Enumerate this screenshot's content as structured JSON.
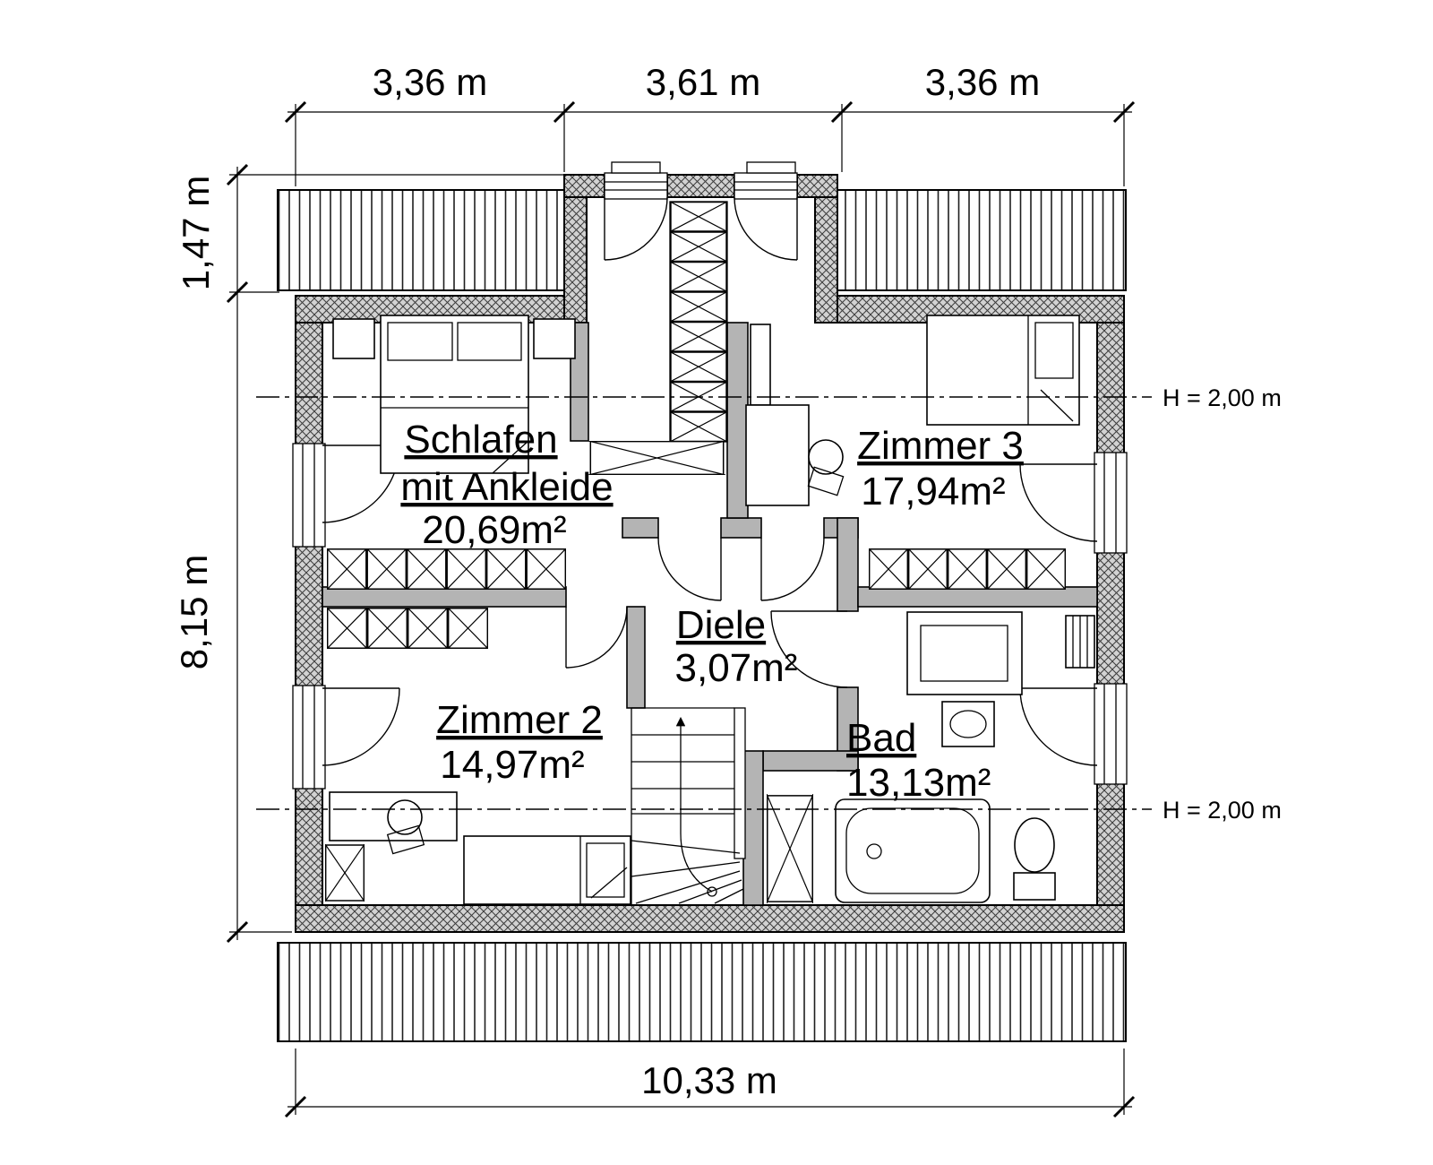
{
  "plan": {
    "dimensions": {
      "top": [
        "3,36 m",
        "3,61 m",
        "3,36 m"
      ],
      "left": [
        "1,47 m",
        "8,15 m"
      ],
      "bottom": "10,33 m"
    },
    "rooms": {
      "schlafen": {
        "name_line1": "Schlafen",
        "name_line2": "mit Ankleide",
        "area": "20,69m²"
      },
      "zimmer3": {
        "name": "Zimmer 3",
        "area": "17,94m²"
      },
      "zimmer2": {
        "name": "Zimmer 2",
        "area": "14,97m²"
      },
      "diele": {
        "name": "Diele",
        "area": "3,07m²"
      },
      "bad": {
        "name": "Bad",
        "area": "13,13m²"
      }
    },
    "height_marks": [
      "H = 2,00 m",
      "H = 2,00 m"
    ]
  }
}
